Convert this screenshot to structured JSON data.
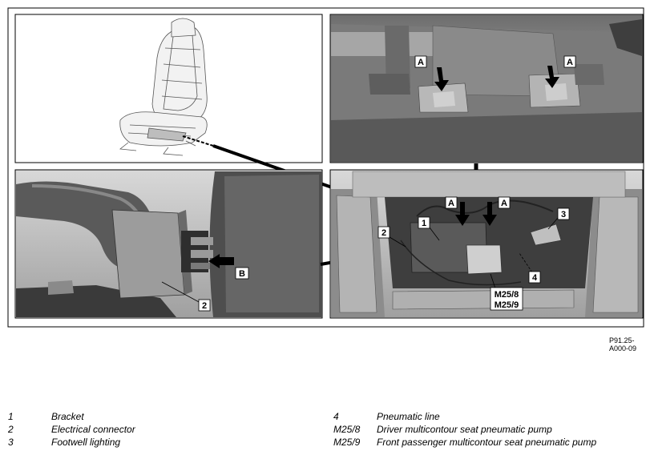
{
  "figure": {
    "labels": {
      "A": "A",
      "B": "B",
      "n1": "1",
      "n2": "2",
      "n3": "3",
      "n4": "4",
      "m25_8": "M25/8",
      "m25_9": "M25/9"
    },
    "code": "P91.25-A000-09"
  },
  "legend": {
    "left": [
      {
        "key": "1",
        "text": "Bracket"
      },
      {
        "key": "2",
        "text": "Electrical connector"
      },
      {
        "key": "3",
        "text": "Footwell lighting"
      }
    ],
    "right": [
      {
        "key": "4",
        "text": "Pneumatic line"
      },
      {
        "key": "M25/8",
        "text": "Driver multicontour seat pneumatic pump"
      },
      {
        "key": "M25/9",
        "text": "Front passenger multicontour seat pneumatic pump"
      }
    ]
  }
}
